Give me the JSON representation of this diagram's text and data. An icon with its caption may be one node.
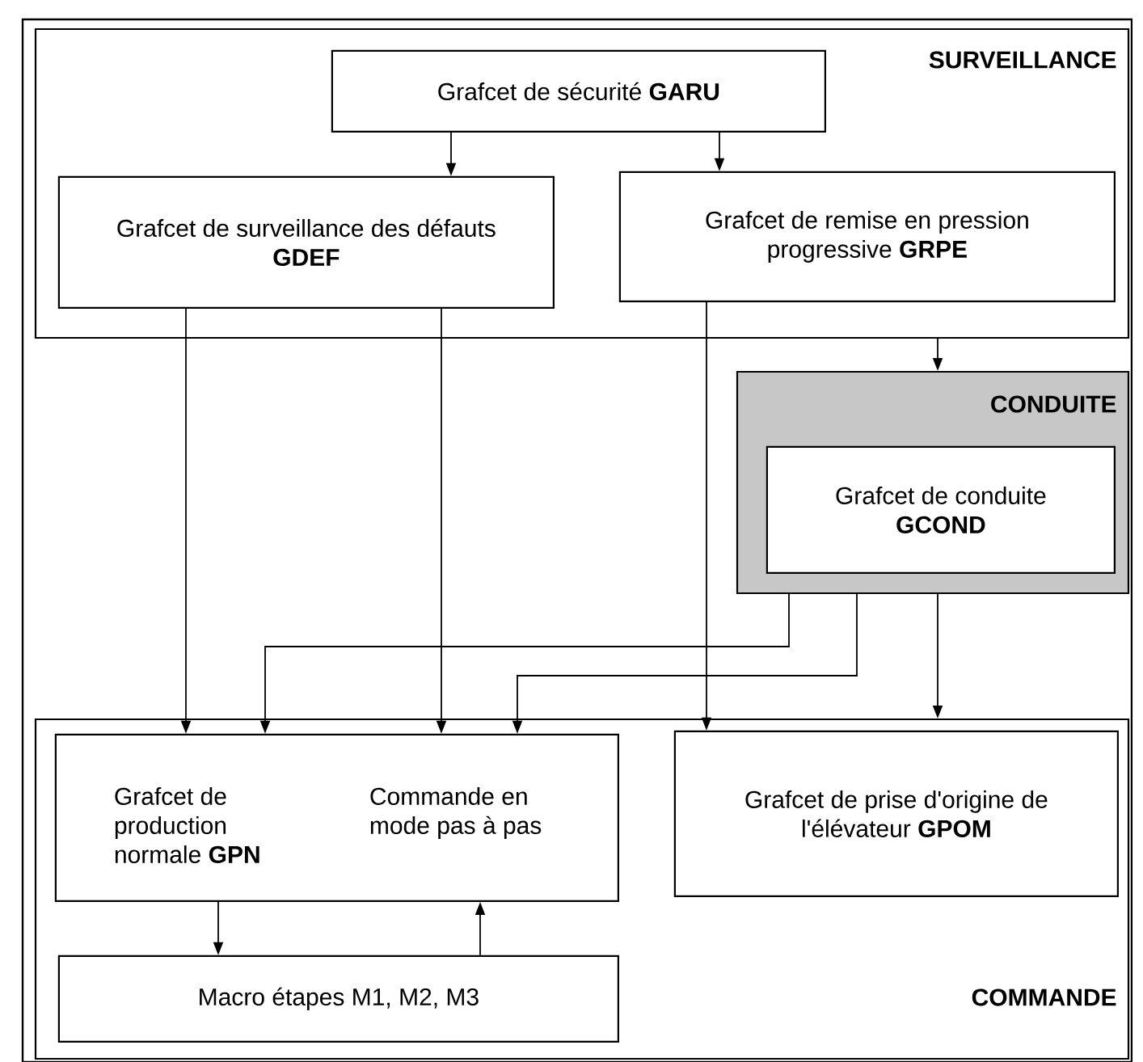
{
  "diagram": {
    "nodes": [
      {
        "text": [
          "SURVEILLANCE"
        ]
      },
      {
        "text": [
          "Grafcet de sécurité **GARU**"
        ],
        "in": 0
      },
      {
        "text": [
          "Grafcet de surveillance des défauts **GDEF**"
        ],
        "in": 0
      },
      {
        "text": [
          "Grafcet de remise en pression progressive **GRPE**"
        ],
        "in": 0
      },
      {
        "text": [
          "CONDUITE"
        ]
      },
      {
        "text": [
          "Grafcet de conduite **GCOND**"
        ],
        "in": 4
      },
      {
        "text": [
          "COMMANDE"
        ]
      },
      {
        "text": [
          "Grafcet de production normale **GPN**",
          "Commande en mode pas à pas"
        ],
        "in": 6
      },
      {
        "text": [
          "Grafcet de prise d'origine de l'élévateur **GPOM**"
        ],
        "in": 6
      },
      {
        "text": [
          "Macro étapes M1, M2, M3"
        ],
        "in": 6
      }
    ],
    "edges": [
      {
        "from": 1,
        "to": 2,
        "arrow": "to"
      },
      {
        "from": 1,
        "to": 3,
        "arrow": "to"
      },
      {
        "from": 2,
        "to": 7,
        "arrow": "to"
      },
      {
        "from": 2,
        "to": 7,
        "arrow": "to"
      },
      {
        "from": 3,
        "to": 8,
        "arrow": "to"
      },
      {
        "from": 0,
        "to": 4,
        "arrow": "to"
      },
      {
        "from": 4,
        "to": 7,
        "arrow": "to"
      },
      {
        "from": 4,
        "to": 7,
        "arrow": "to"
      },
      {
        "from": 4,
        "to": 6,
        "arrow": "to"
      },
      {
        "from": 7,
        "to": 9,
        "arrow": "to"
      },
      {
        "from": 9,
        "to": 7,
        "arrow": "to"
      }
    ]
  }
}
